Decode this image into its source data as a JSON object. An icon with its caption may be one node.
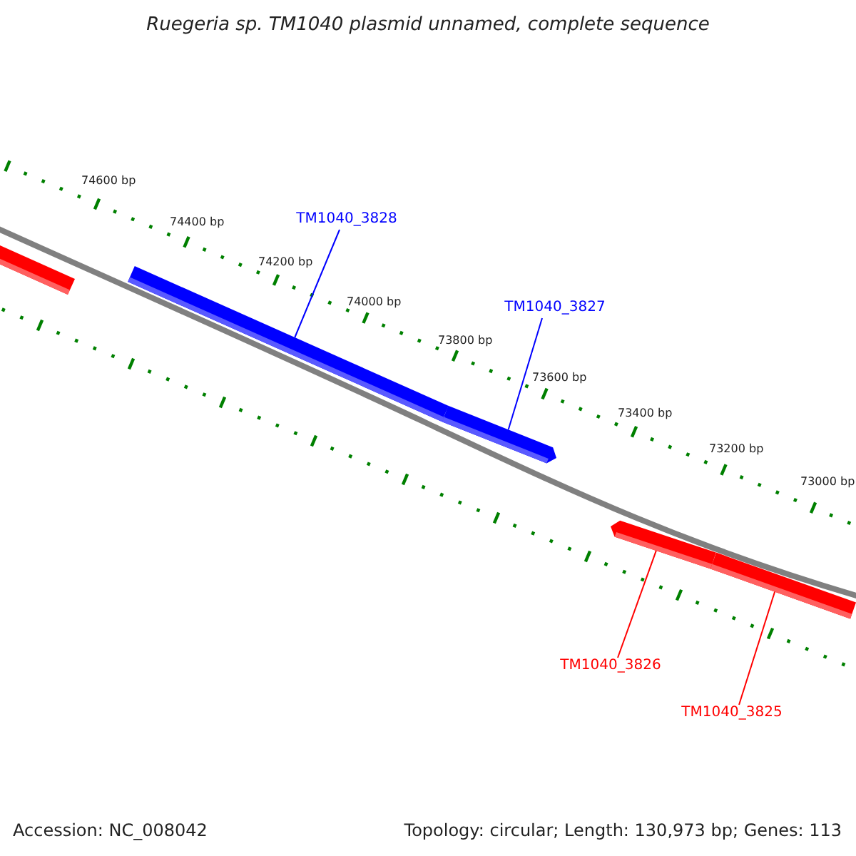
{
  "diagram": {
    "title": "Ruegeria sp. TM1040 plasmid unnamed, complete sequence",
    "nodes": [
      {
        "text": [
          "TM1040_3828"
        ]
      },
      {
        "text": [
          "TM1040_3827"
        ]
      },
      {
        "text": [
          "TM1040_3826"
        ]
      },
      {
        "text": [
          "TM1040_3825"
        ]
      },
      {
        "text": [],
        "shape": "bar"
      },
      {
        "text": [],
        "shape": "bar"
      },
      {
        "text": [],
        "shape": "bar"
      },
      {
        "text": [],
        "shape": "bar"
      },
      {
        "text": [],
        "shape": "bar"
      }
    ],
    "edges": [
      {
        "from": 0,
        "to": 5,
        "arrow": "none"
      },
      {
        "from": 1,
        "to": 6,
        "arrow": "none"
      },
      {
        "from": 2,
        "to": 7,
        "arrow": "none",
        "color": "#ff0000"
      },
      {
        "from": 3,
        "to": 8,
        "arrow": "none",
        "color": "#ff0000"
      }
    ],
    "labels": [
      "74600 bp",
      "74400 bp",
      "74200 bp",
      "74000 bp",
      "73800 bp",
      "73600 bp",
      "73400 bp",
      "73200 bp",
      "73000 bp",
      "Accession: NC_008042",
      "Topology: circular; Length: 130,973 bp; Genes: 113"
    ]
  }
}
